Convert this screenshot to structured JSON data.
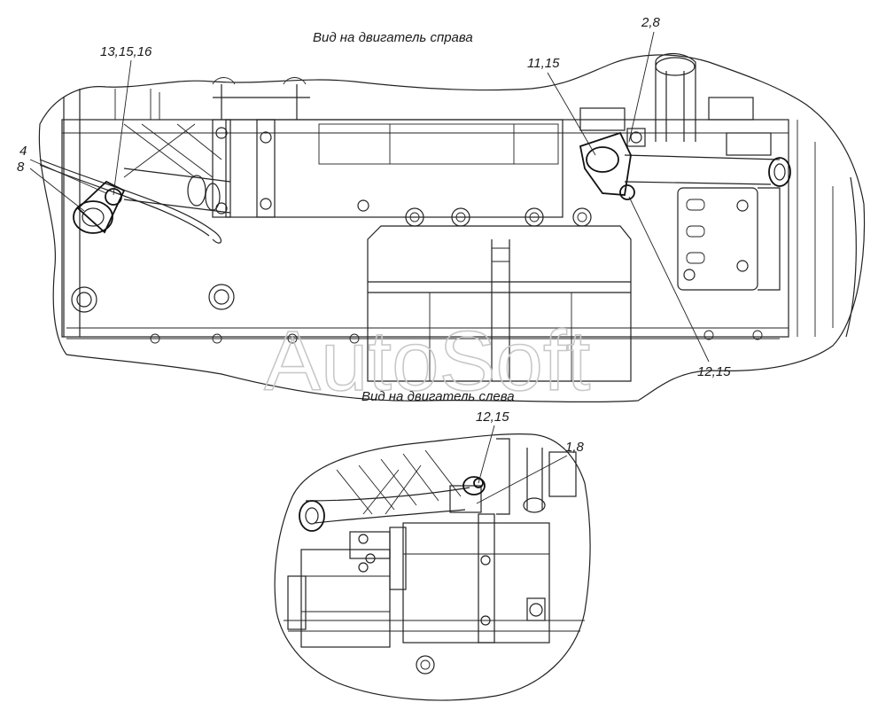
{
  "titles": {
    "right_view": "Вид на двигатель справа",
    "left_view": "Вид на двигатель слева"
  },
  "callouts": {
    "c_13_15_16": "13,15,16",
    "c_2_8": "2,8",
    "c_11_15": "11,15",
    "c_4": "4",
    "c_8": "8",
    "c_12_15_top": "12,15",
    "c_12_15_bottom": "12,15",
    "c_1_8": "1,8"
  },
  "watermark": "AutoSoft"
}
